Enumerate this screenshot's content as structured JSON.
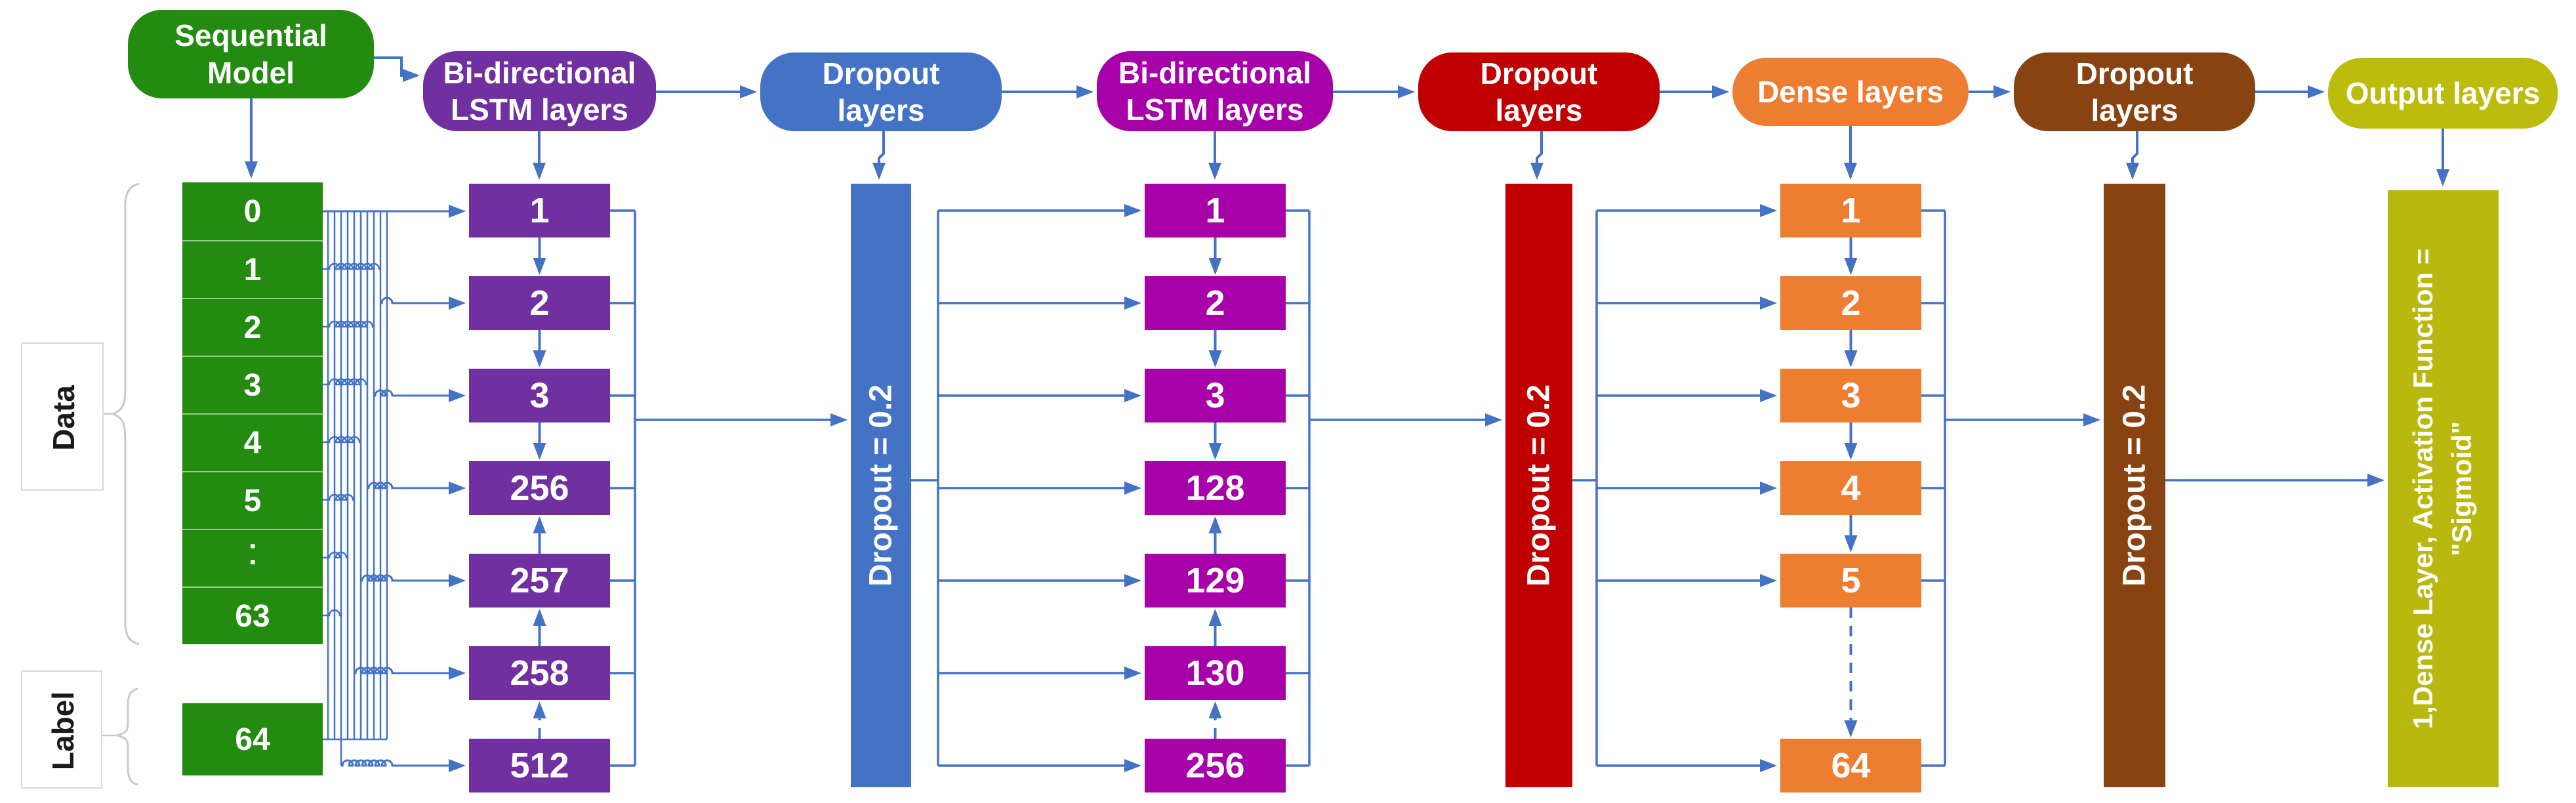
{
  "headers": {
    "sequential": {
      "label": "Sequential Model",
      "color": "#228b10"
    },
    "lstm1": {
      "label": "Bi-directional LSTM layers",
      "color": "#7030a0"
    },
    "dropout1": {
      "label": "Dropout layers",
      "color": "#4472c4"
    },
    "lstm2": {
      "label": "Bi-directional LSTM layers",
      "color": "#a800a8"
    },
    "dropout2": {
      "label": "Dropout layers",
      "color": "#c00000"
    },
    "dense": {
      "label": "Dense layers",
      "color": "#ed7d31"
    },
    "dropout3": {
      "label": "Dropout layers",
      "color": "#874312"
    },
    "output": {
      "label": "Output layers",
      "color": "#bcbc0d"
    }
  },
  "side_labels": {
    "data": "Data",
    "label": "Label"
  },
  "input_column": {
    "color": "#228b10",
    "data_rows": [
      "0",
      "1",
      "2",
      "3",
      "4",
      "5",
      "··",
      "63"
    ],
    "label_row": "64"
  },
  "lstm1_column": {
    "color": "#7030a0",
    "values": [
      "1",
      "2",
      "3",
      "256",
      "257",
      "258",
      "512"
    ]
  },
  "lstm2_column": {
    "color": "#a800a8",
    "values": [
      "1",
      "2",
      "3",
      "128",
      "129",
      "130",
      "256"
    ]
  },
  "dense_column": {
    "color": "#ed7d31",
    "values": [
      "1",
      "2",
      "3",
      "4",
      "5",
      "64"
    ]
  },
  "dropout_bars": {
    "label": "Dropout = 0.2",
    "colors": {
      "first": "#4472c4",
      "second": "#c00000",
      "third": "#874312"
    }
  },
  "output_block": {
    "color": "#b8b80e",
    "line1": "1,Dense Layer, Activation Function =",
    "line2": "\"Sigmoid\""
  },
  "colors": {
    "arrow": "#4472c4",
    "brace": "#c9c9c9"
  }
}
